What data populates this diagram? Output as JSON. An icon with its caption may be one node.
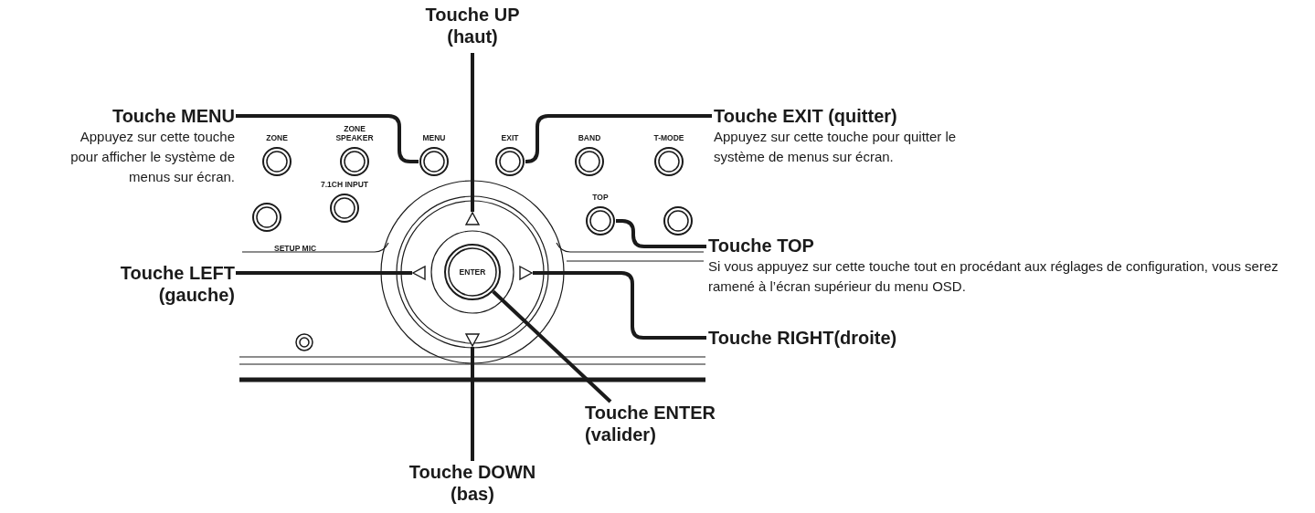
{
  "diagram": {
    "nodes": [
      {
        "text": [
          "Touche UP (haut)"
        ]
      },
      {
        "text": [
          "Touche MENU",
          "Appuyez sur cette touche pour afficher le système de menus sur écran."
        ]
      },
      {
        "text": [
          "Touche EXIT (quitter)",
          "Appuyez sur cette touche pour quitter le système de menus sur écran."
        ]
      },
      {
        "text": [
          "ZONE"
        ]
      },
      {
        "text": [
          "ZONE SPEAKER"
        ]
      },
      {
        "text": [
          "MENU"
        ]
      },
      {
        "text": [
          "EXIT"
        ]
      },
      {
        "text": [
          "BAND"
        ]
      },
      {
        "text": [
          "T-MODE"
        ]
      },
      {
        "text": [],
        "shape": "circle"
      },
      {
        "text": [
          "7.1CH INPUT"
        ]
      },
      {
        "text": [],
        "shape": "triangle"
      },
      {
        "text": [
          "TOP"
        ]
      },
      {
        "text": [],
        "shape": "circle"
      },
      {
        "text": [
          "Touche TOP",
          "Si vous appuyez sur cette touche tout en procédant aux réglages de configuration, vous serez ramené à l’écran supérieur du menu OSD."
        ]
      },
      {
        "text": [
          "Touche LEFT (gauche)"
        ]
      },
      {
        "text": [],
        "shape": "triangle"
      },
      {
        "text": [
          "ENTER"
        ]
      },
      {
        "text": [],
        "shape": "triangle"
      },
      {
        "text": [],
        "shape": "triangle"
      },
      {
        "text": [
          "Touche RIGHT(droite)"
        ]
      },
      {
        "text": [
          "Touche ENTER (valider)"
        ]
      },
      {
        "text": [
          "Touche DOWN (bas)"
        ]
      }
    ],
    "edges": [
      {
        "from": 0,
        "to": 11,
        "arrow": "none"
      },
      {
        "from": 1,
        "to": 5,
        "arrow": "none"
      },
      {
        "from": 2,
        "to": 6,
        "arrow": "none"
      },
      {
        "from": 14,
        "to": 12,
        "arrow": "none"
      },
      {
        "from": 15,
        "to": 16,
        "arrow": "none"
      },
      {
        "from": 20,
        "to": 18,
        "arrow": "none"
      },
      {
        "from": 21,
        "to": 17,
        "arrow": "none"
      },
      {
        "from": 22,
        "to": 19,
        "arrow": "none"
      }
    ],
    "labels": [
      "SETUP MIC"
    ]
  }
}
